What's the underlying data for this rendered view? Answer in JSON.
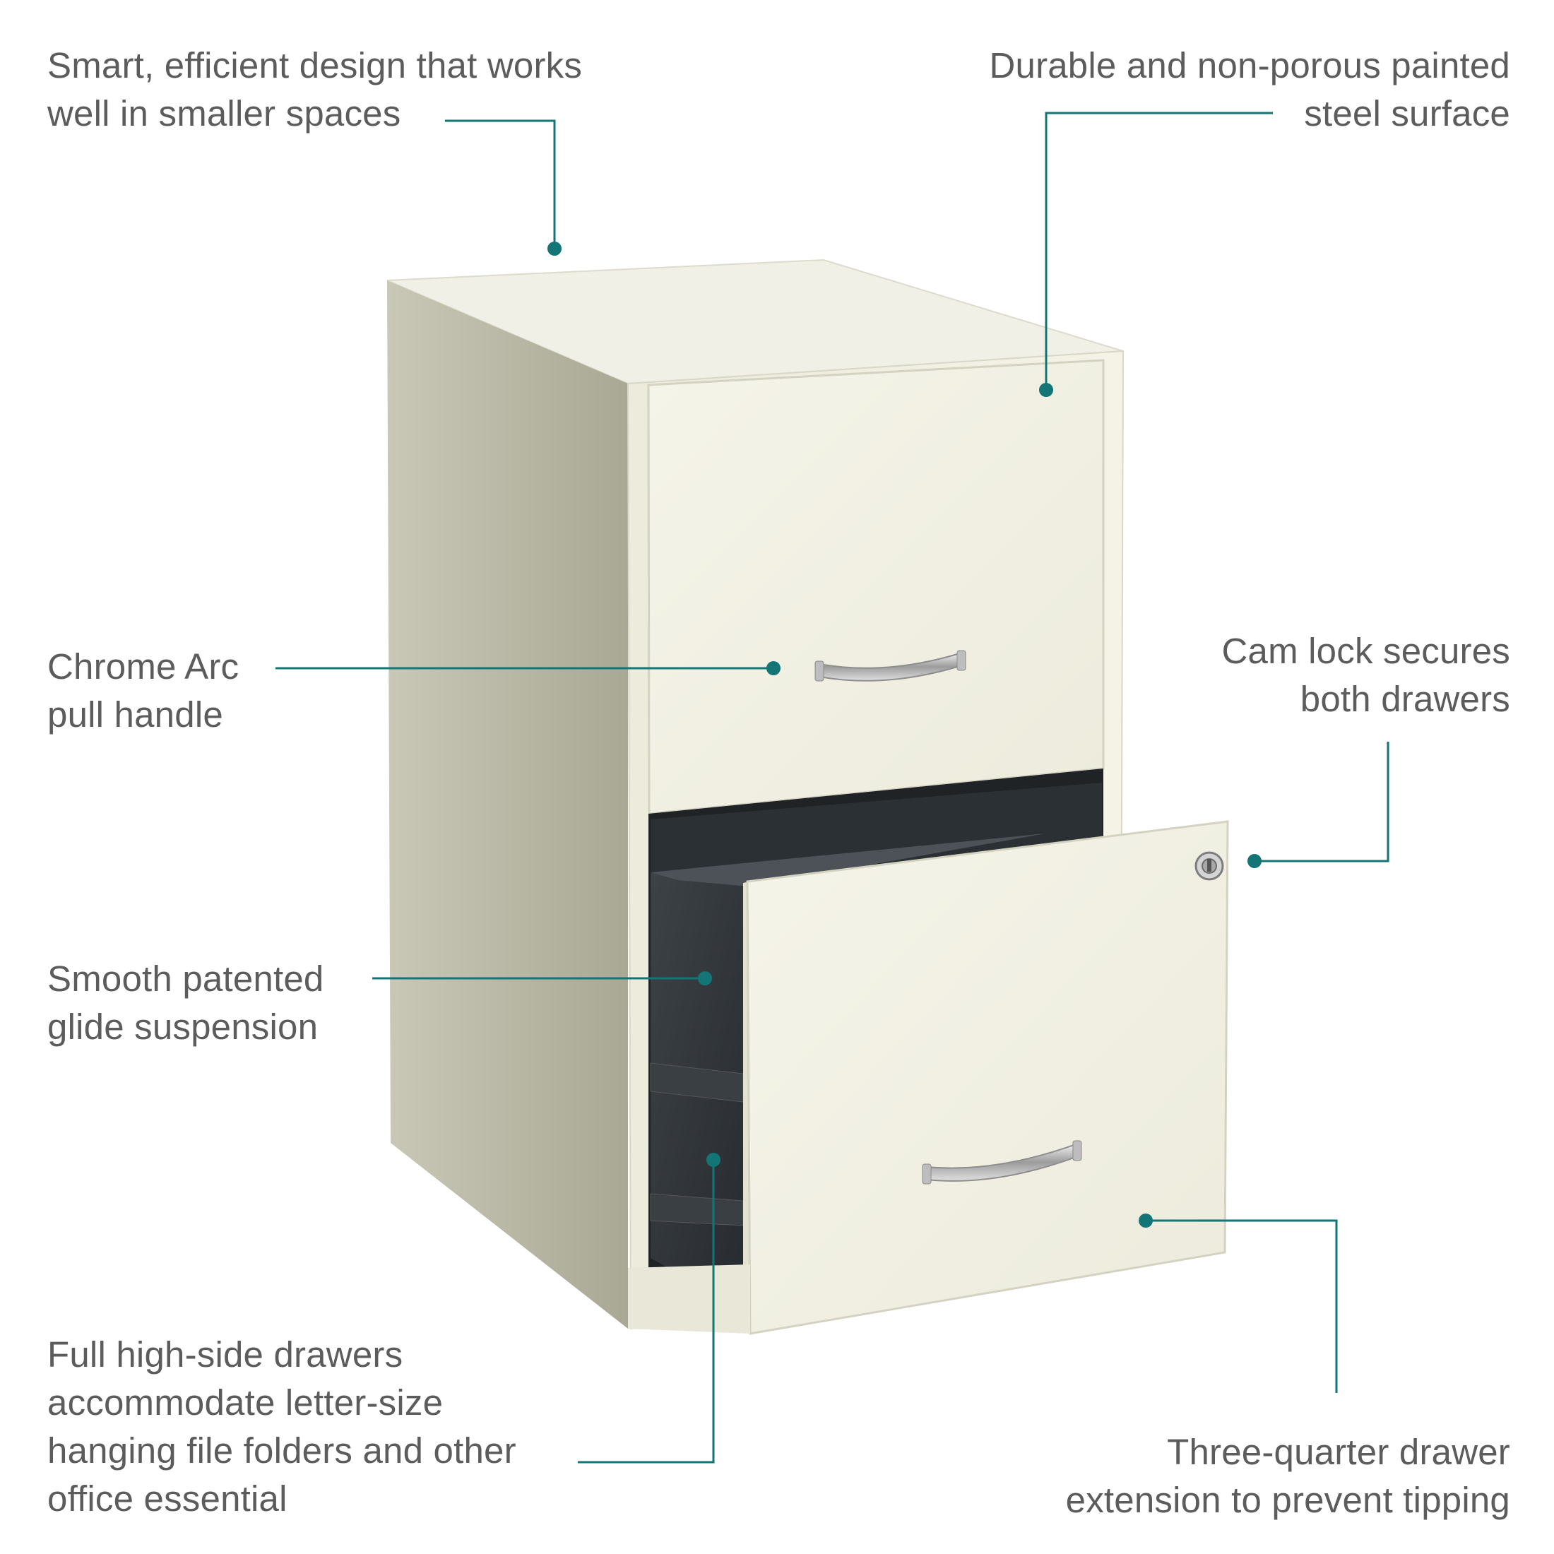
{
  "accent_color": "#137575",
  "text_color": "#5c5c5c",
  "product": {
    "name": "2-drawer letter-size file cabinet",
    "finish_color": "#efeee0"
  },
  "callouts": {
    "smart_design": {
      "lines": [
        "Smart, efficient design that works",
        "well in smaller spaces"
      ]
    },
    "steel_surface": {
      "lines": [
        "Durable and non-porous painted",
        "steel surface"
      ]
    },
    "pull_handle": {
      "lines": [
        "Chrome Arc",
        "pull handle"
      ]
    },
    "cam_lock": {
      "lines": [
        "Cam lock secures",
        "both drawers"
      ]
    },
    "glide_suspension": {
      "lines": [
        "Smooth patented",
        "glide suspension"
      ]
    },
    "high_side_drawers": {
      "lines": [
        "Full high-side drawers",
        "accommodate letter-size",
        "hanging file folders and other",
        "office essential"
      ]
    },
    "drawer_extension": {
      "lines": [
        "Three-quarter drawer",
        "extension to prevent tipping"
      ]
    }
  }
}
